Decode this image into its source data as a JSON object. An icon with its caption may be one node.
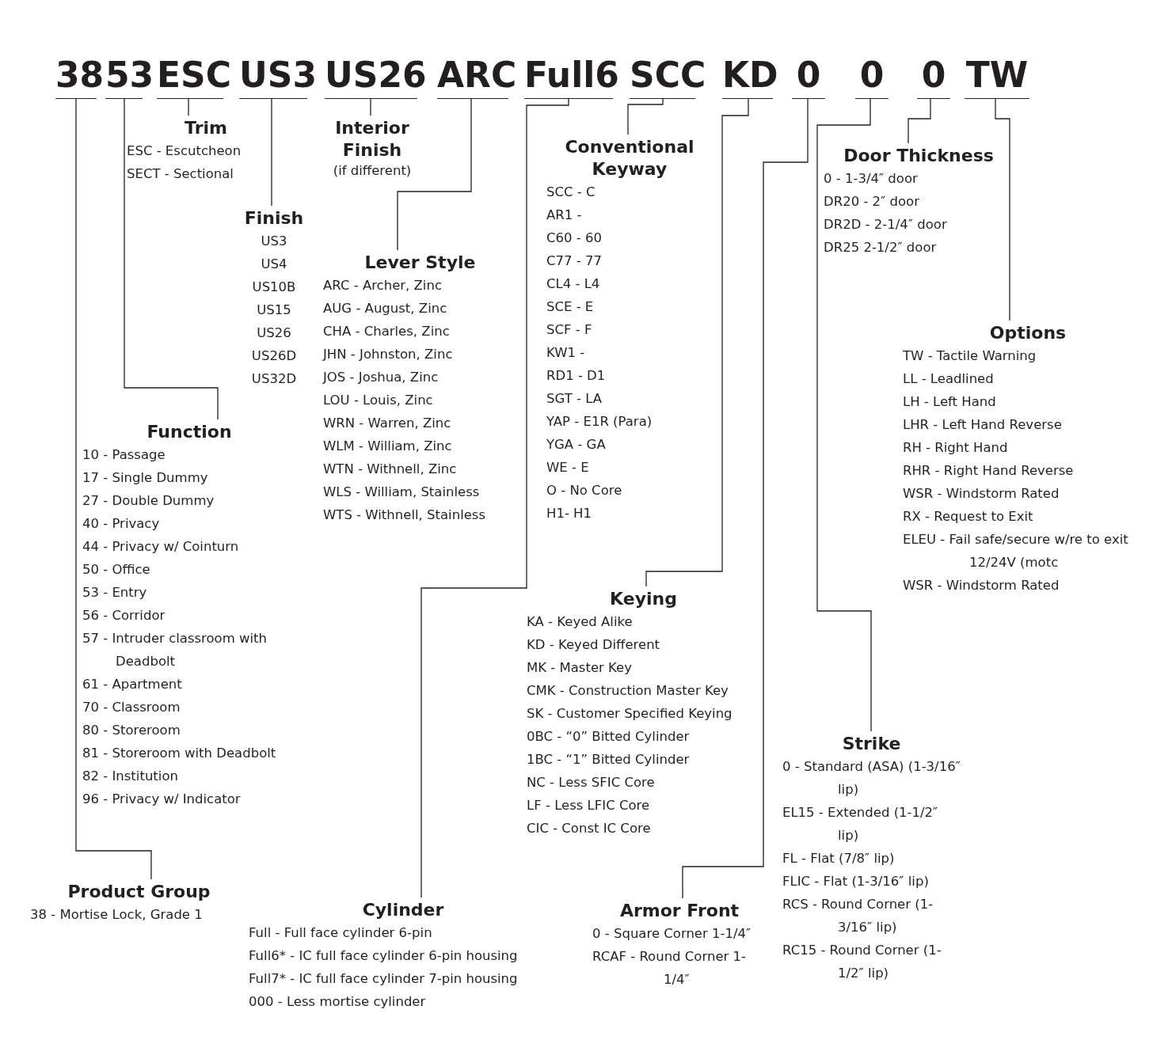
{
  "diagram": {
    "nodes": [
      {
        "text": [
          "38"
        ]
      },
      {
        "text": [
          "53"
        ]
      },
      {
        "text": [
          "ESC"
        ]
      },
      {
        "text": [
          "US3"
        ]
      },
      {
        "text": [
          "US26"
        ]
      },
      {
        "text": [
          "ARC"
        ]
      },
      {
        "text": [
          "Full6"
        ]
      },
      {
        "text": [
          "SCC"
        ]
      },
      {
        "text": [
          "KD"
        ]
      },
      {
        "text": [
          "0"
        ]
      },
      {
        "text": [
          "0"
        ]
      },
      {
        "text": [
          "0"
        ]
      },
      {
        "text": [
          "TW"
        ]
      },
      {
        "text": [
          "Trim",
          "ESC - Escutcheon",
          "SECT - Sectional"
        ]
      },
      {
        "text": [
          "Interior Finish",
          "(if different)"
        ]
      },
      {
        "text": [
          "Conventional Keyway",
          "SCC - C",
          "AR1 -",
          "C60 - 60",
          "C77 - 77",
          "CL4 - L4",
          "SCE - E",
          "SCF - F",
          "KW1 -",
          "RD1 - D1",
          "SGT - LA",
          "YAP - E1R (Para)",
          "YGA - GA",
          "WE - E",
          "O - No Core",
          "H1- H1"
        ]
      },
      {
        "text": [
          "Door Thickness",
          "0 - 1-3/4″ door",
          "DR20 - 2″ door",
          "DR2D - 2-1/4″ door",
          "DR25 2-1/2″ door"
        ]
      },
      {
        "text": [
          "Finish",
          "US3",
          "US4",
          "US10B",
          "US15",
          "US26",
          "US26D",
          "US32D"
        ]
      },
      {
        "text": [
          "Lever Style",
          "ARC - Archer, Zinc",
          "AUG - August, Zinc",
          "CHA - Charles, Zinc",
          "JHN - Johnston, Zinc",
          "JOS - Joshua, Zinc",
          "LOU - Louis, Zinc",
          "WRN - Warren, Zinc",
          "WLM - William, Zinc",
          "WTN - Withnell, Zinc",
          "WLS - William, Stainless",
          "WTS - Withnell, Stainless"
        ]
      },
      {
        "text": [
          "Options",
          "TW - Tactile Warning",
          "LL - Leadlined",
          "LH - Left Hand",
          "LHR - Left Hand Reverse",
          "RH - Right Hand",
          "RHR - Right Hand Reverse",
          "WSR - Windstorm Rated",
          "RX - Request to Exit",
          "ELEU - Fail safe/secure w/re to exit 12/24V (motc",
          "WSR - Windstorm Rated"
        ]
      },
      {
        "text": [
          "Function",
          "10 - Passage",
          "17 - Single Dummy",
          "27 - Double Dummy",
          "40 - Privacy",
          "44 - Privacy w/ Cointurn",
          "50 - Office",
          "53 - Entry",
          "56 - Corridor",
          "57 - Intruder classroom with Deadbolt",
          "61 - Apartment",
          "70 - Classroom",
          "80 - Storeroom",
          "81 - Storeroom with Deadbolt",
          "82 - Institution",
          "96 - Privacy w/ Indicator"
        ]
      },
      {
        "text": [
          "Keying",
          "KA - Keyed Alike",
          "KD - Keyed Different",
          "MK - Master Key",
          "CMK - Construction Master Key",
          "SK - Customer Specified Keying",
          "0BC - “0” Bitted Cylinder",
          "1BC - “1” Bitted Cylinder",
          "NC - Less SFIC Core",
          "LF - Less LFIC Core",
          "CIC - Const IC Core"
        ]
      },
      {
        "text": [
          "Strike",
          "0 - Standard (ASA) (1-3/16″ lip)",
          "EL15 - Extended (1-1/2″ lip)",
          "FL - Flat (7/8″ lip)",
          "FLIC - Flat (1-3/16″ lip)",
          "RCS - Round Corner (1-3/16″ lip)",
          "RC15 - Round Corner (1-1/2″ lip)"
        ]
      },
      {
        "text": [
          "Product Group",
          "38 - Mortise Lock, Grade 1"
        ]
      },
      {
        "text": [
          "Cylinder",
          "Full - Full face cylinder 6-pin",
          "Full6* - IC full face cylinder 6-pin housing",
          "Full7* - IC full face cylinder 7-pin housing",
          "000 - Less mortise cylinder"
        ]
      },
      {
        "text": [
          "Armor Front",
          "0 - Square Corner 1-1/4″",
          "RCAF - Round Corner 1-1/4″"
        ]
      }
    ],
    "edges": [
      {
        "from": 0,
        "to": 23,
        "arrow": "none"
      },
      {
        "from": 1,
        "to": 20,
        "arrow": "none"
      },
      {
        "from": 2,
        "to": 13,
        "arrow": "none"
      },
      {
        "from": 3,
        "to": 17,
        "arrow": "none"
      },
      {
        "from": 4,
        "to": 14,
        "arrow": "none"
      },
      {
        "from": 5,
        "to": 18,
        "arrow": "none"
      },
      {
        "from": 6,
        "to": 24,
        "arrow": "none"
      },
      {
        "from": 7,
        "to": 15,
        "arrow": "none"
      },
      {
        "from": 8,
        "to": 21,
        "arrow": "none"
      },
      {
        "from": 9,
        "to": 25,
        "arrow": "none"
      },
      {
        "from": 10,
        "to": 22,
        "arrow": "none"
      },
      {
        "from": 11,
        "to": 16,
        "arrow": "none"
      },
      {
        "from": 12,
        "to": 19,
        "arrow": "none"
      }
    ]
  }
}
